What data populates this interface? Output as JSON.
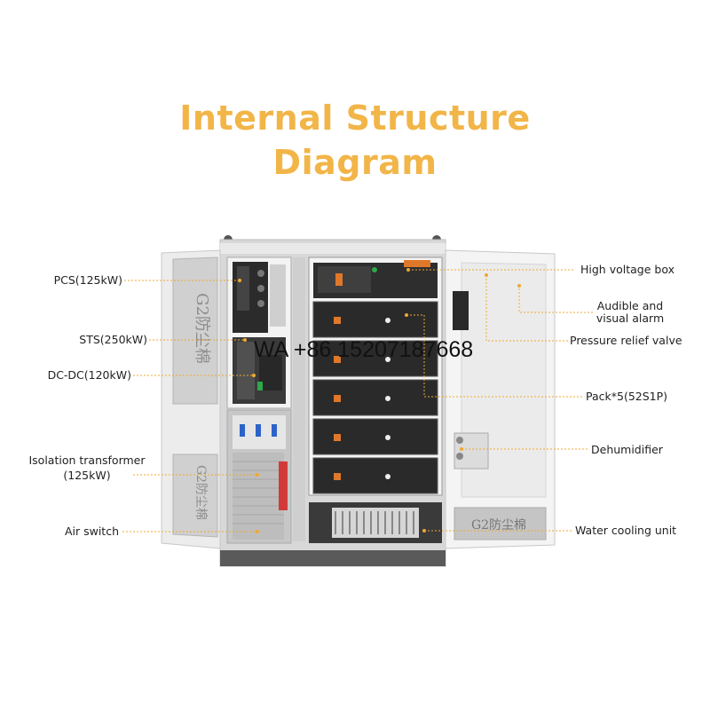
{
  "title_line1": "Internal Structure",
  "title_line2": "Diagram",
  "watermark": "WA +86 15207187668",
  "dust_filter_text": "G2防尘棉",
  "colors": {
    "title": "#f2b548",
    "leader": "#f0a830",
    "label": "#222222"
  },
  "labels_left": {
    "pcs": "PCS(125kW)",
    "sts": "STS(250kW)",
    "dcdc": "DC-DC(120kW)",
    "iso_line1": "Isolation transformer",
    "iso_line2": "(125kW)",
    "air_switch": "Air switch"
  },
  "labels_right": {
    "hv_box": "High voltage box",
    "alarm_line1": "Audible and",
    "alarm_line2": "visual alarm",
    "pressure": "Pressure relief valve",
    "pack": "Pack*5(52S1P)",
    "dehumidifier": "Dehumidifier",
    "water_cooling": "Water cooling unit"
  }
}
